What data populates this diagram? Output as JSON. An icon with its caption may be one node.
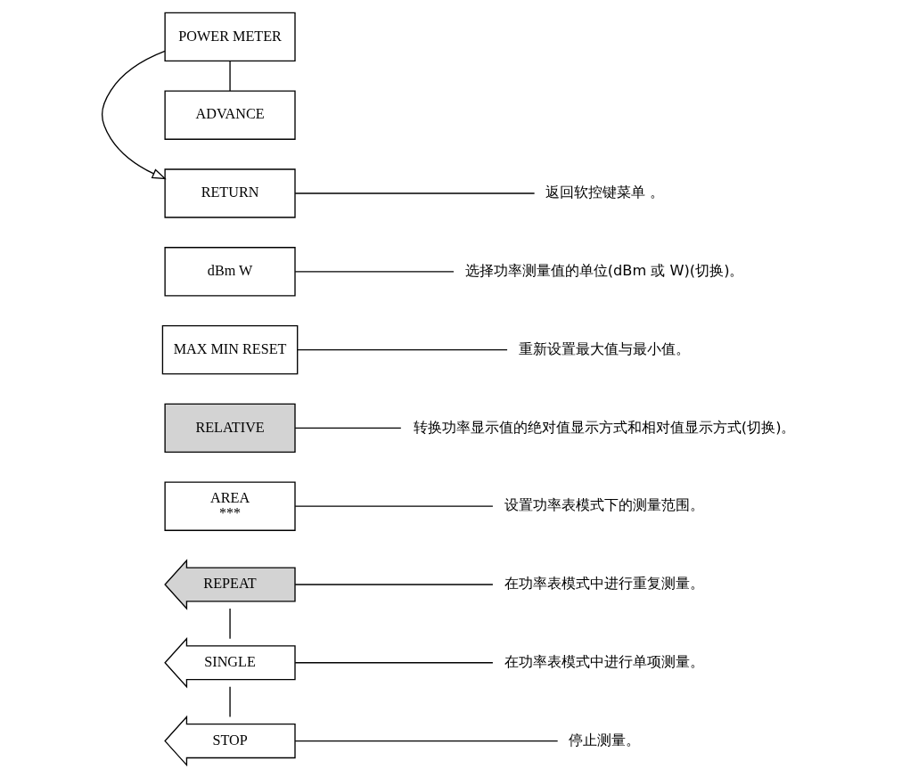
{
  "diagram": {
    "nodes": [
      {
        "text": [
          "REPEAT"
        ]
      },
      {
        "text": [
          "在功率表模式中进行重复测量。"
        ]
      },
      {
        "text": [
          "SINGLE"
        ]
      },
      {
        "text": [
          "在功率表模式中进行单项测量。"
        ]
      },
      {
        "text": [
          "STOP"
        ]
      },
      {
        "text": [
          "停止测量。"
        ]
      },
      {
        "text": [
          "AREA",
          "***"
        ]
      },
      {
        "text": [
          "设置功率表模式下的测量范围。"
        ]
      },
      {
        "text": [
          "RELATIVE"
        ]
      },
      {
        "text": [
          "转换功率显示值的绝对值显示方式和相对值显示方式(切换)。"
        ]
      },
      {
        "text": [
          "MAX MIN RESET"
        ]
      },
      {
        "text": [
          "重新设置最大值与最小值。"
        ]
      },
      {
        "text": [
          "dBm W"
        ]
      },
      {
        "text": [
          "选择功率测量值的单位(dBm 或 W)(切换)。"
        ]
      },
      {
        "text": [
          "RETURN"
        ]
      },
      {
        "text": [
          "返回软控键菜单 。"
        ]
      },
      {
        "text": [
          "POWER METER"
        ]
      },
      {
        "text": [
          "ADVANCE"
        ]
      }
    ],
    "edges": [
      {
        "from": 0,
        "to": 1,
        "arrow": "none"
      },
      {
        "from": 0,
        "to": 2,
        "arrow": "none"
      },
      {
        "from": 2,
        "to": 3,
        "arrow": "none"
      },
      {
        "from": 2,
        "to": 4,
        "arrow": "none"
      },
      {
        "from": 4,
        "to": 5,
        "arrow": "none"
      },
      {
        "from": 6,
        "to": 7,
        "arrow": "none"
      },
      {
        "from": 8,
        "to": 9,
        "arrow": "none"
      },
      {
        "from": 10,
        "to": 11,
        "arrow": "none"
      },
      {
        "from": 12,
        "to": 13,
        "arrow": "none"
      },
      {
        "from": 14,
        "to": 15,
        "arrow": "none"
      },
      {
        "from": 16,
        "to": 14,
        "arrow": "to"
      },
      {
        "from": 16,
        "to": 17,
        "arrow": "none"
      }
    ]
  }
}
